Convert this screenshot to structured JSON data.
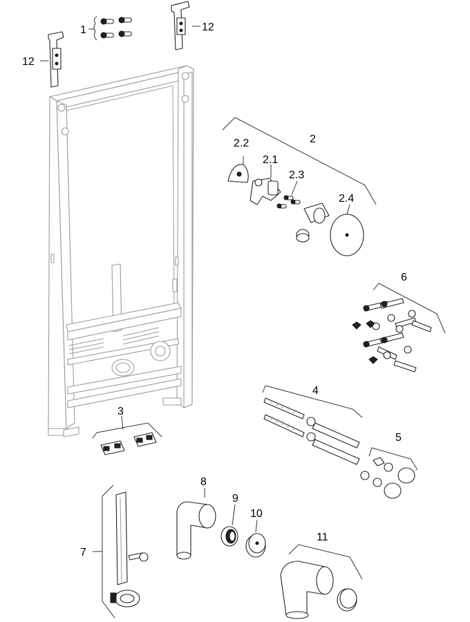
{
  "labels": {
    "l1": "1",
    "l12a": "12",
    "l12b": "12",
    "l2": "2",
    "l2_1": "2.1",
    "l2_2": "2.2",
    "l2_3": "2.3",
    "l2_4": "2.4",
    "l3": "3",
    "l4": "4",
    "l5": "5",
    "l6": "6",
    "l7": "7",
    "l8": "8",
    "l9": "9",
    "l10": "10",
    "l11": "11"
  },
  "colors": {
    "frame_stroke": "#9a9a9a",
    "part_stroke": "#222222",
    "background": "#ffffff"
  }
}
